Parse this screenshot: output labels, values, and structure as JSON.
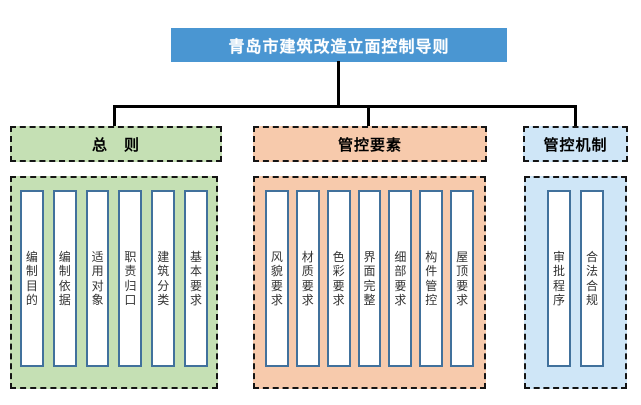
{
  "title": "青岛市建筑改造立面控制导则",
  "colors": {
    "title_fill": "#4a96d2",
    "title_text": "#ffffff",
    "green_fill": "#c5e0b4",
    "orange_fill": "#f7caac",
    "blue_fill": "#cfe6f7",
    "column_border": "#41719c",
    "column_text": "#333333",
    "connector": "#000000"
  },
  "groups": [
    {
      "id": "zongze",
      "label": "总　则",
      "items": [
        "编制目的",
        "编制依据",
        "适用对象",
        "职责归口",
        "建筑分类",
        "基本要求"
      ]
    },
    {
      "id": "yaosu",
      "label": "管控要素",
      "items": [
        "风貌要求",
        "材质要求",
        "色彩要求",
        "界面完整",
        "细部要求",
        "构件管控",
        "屋顶要求"
      ]
    },
    {
      "id": "jizhi",
      "label": "管控机制",
      "items": [
        "审批程序",
        "合法合规"
      ]
    }
  ]
}
